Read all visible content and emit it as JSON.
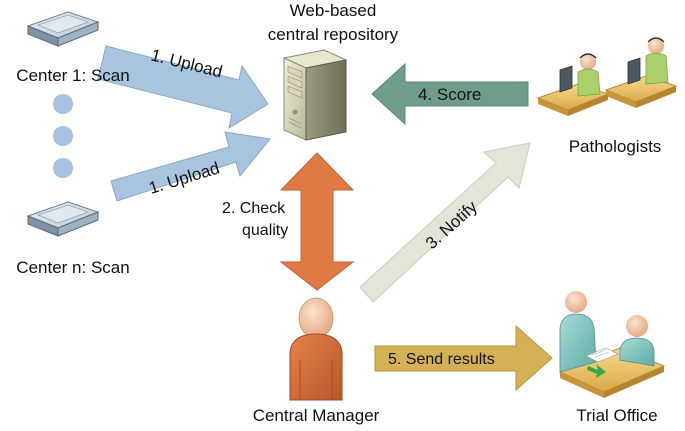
{
  "nodes": {
    "repository": {
      "label_line1": "Web-based",
      "label_line2": "central repository"
    },
    "center1": {
      "label": "Center 1: Scan"
    },
    "centern": {
      "label": "Center n: Scan"
    },
    "pathologists": {
      "label": "Pathologists"
    },
    "manager": {
      "label": "Central Manager"
    },
    "trial_office": {
      "label": "Trial Office"
    }
  },
  "arrows": {
    "upload_1": {
      "label": "1. Upload",
      "color": "#a9c4de"
    },
    "upload_n": {
      "label": "1. Upload",
      "color": "#a9c4de"
    },
    "check_quality": {
      "label_line1": "2. Check",
      "label_line2": "quality",
      "color": "#e07a45"
    },
    "notify": {
      "label": "3. Notify",
      "color": "#e3e6d6"
    },
    "score": {
      "label": "4. Score",
      "color": "#6e9e8a"
    },
    "send_results": {
      "label": "5. Send results",
      "color": "#d4b154"
    }
  },
  "icons": {
    "scanner": "scanner-icon",
    "server": "server-icon",
    "pathologist": "pathologist-workstation-icon",
    "manager": "person-icon",
    "office": "office-meeting-icon",
    "dots": "ellipsis-dots"
  }
}
